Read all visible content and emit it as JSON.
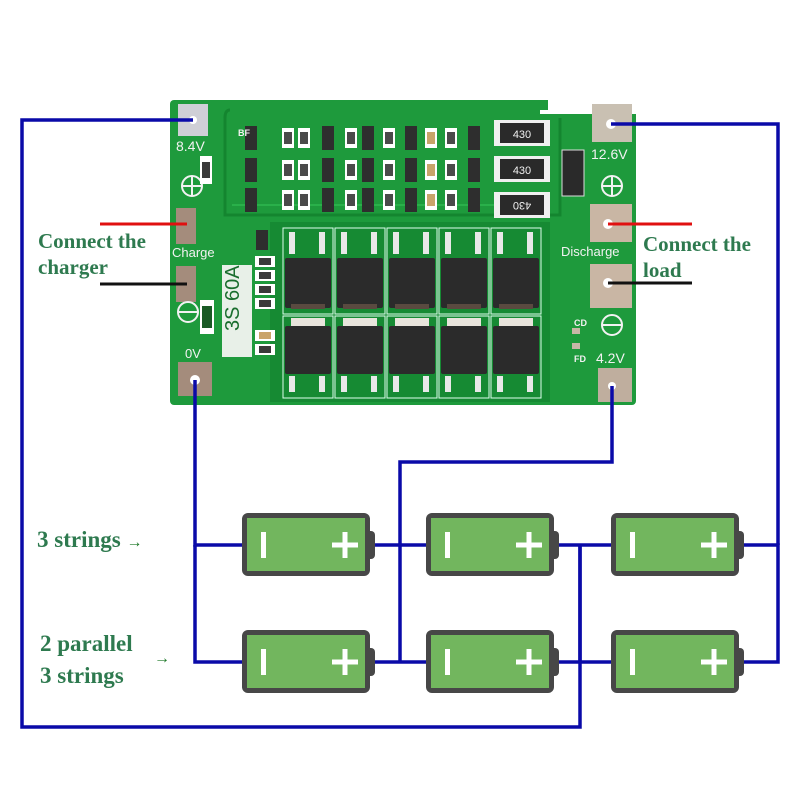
{
  "board": {
    "pad_labels": {
      "top_left": "8.4V",
      "top_right": "12.6V",
      "charge": "Charge",
      "discharge": "Discharge",
      "bottom_left": "0V",
      "bottom_right": "4.2V",
      "cd": "CD",
      "fd": "FD",
      "bf": "BF"
    },
    "rating_label": "3S 60A",
    "rating_part1": "3S",
    "rating_part2": "60A",
    "resistor_labels": [
      "430",
      "430",
      "430"
    ],
    "mosfet_count": 10,
    "colors": {
      "pcb": "#1e9a3c",
      "pcb_dark": "#0f6e27",
      "pad": "#c7b7a6",
      "mosfet": "#2b2b2b"
    }
  },
  "annotations": {
    "charger": {
      "line1": "Connect the",
      "line2": "charger"
    },
    "load": {
      "line1": "Connect the",
      "line2": "load"
    },
    "strings": {
      "text": "3 strings",
      "arrow": "→"
    },
    "parallel": {
      "line1": "2 parallel",
      "line2": "3 strings",
      "arrow": "→"
    }
  },
  "batteries": {
    "rows": 2,
    "columns": 3,
    "minus_symbol": "−",
    "plus_symbol": "+",
    "colors": {
      "fill": "#72b65e",
      "border": "#474747"
    }
  },
  "wires": {
    "color": "#0a0aa8",
    "positive_lead": "#e01010",
    "negative_lead": "#111111"
  }
}
